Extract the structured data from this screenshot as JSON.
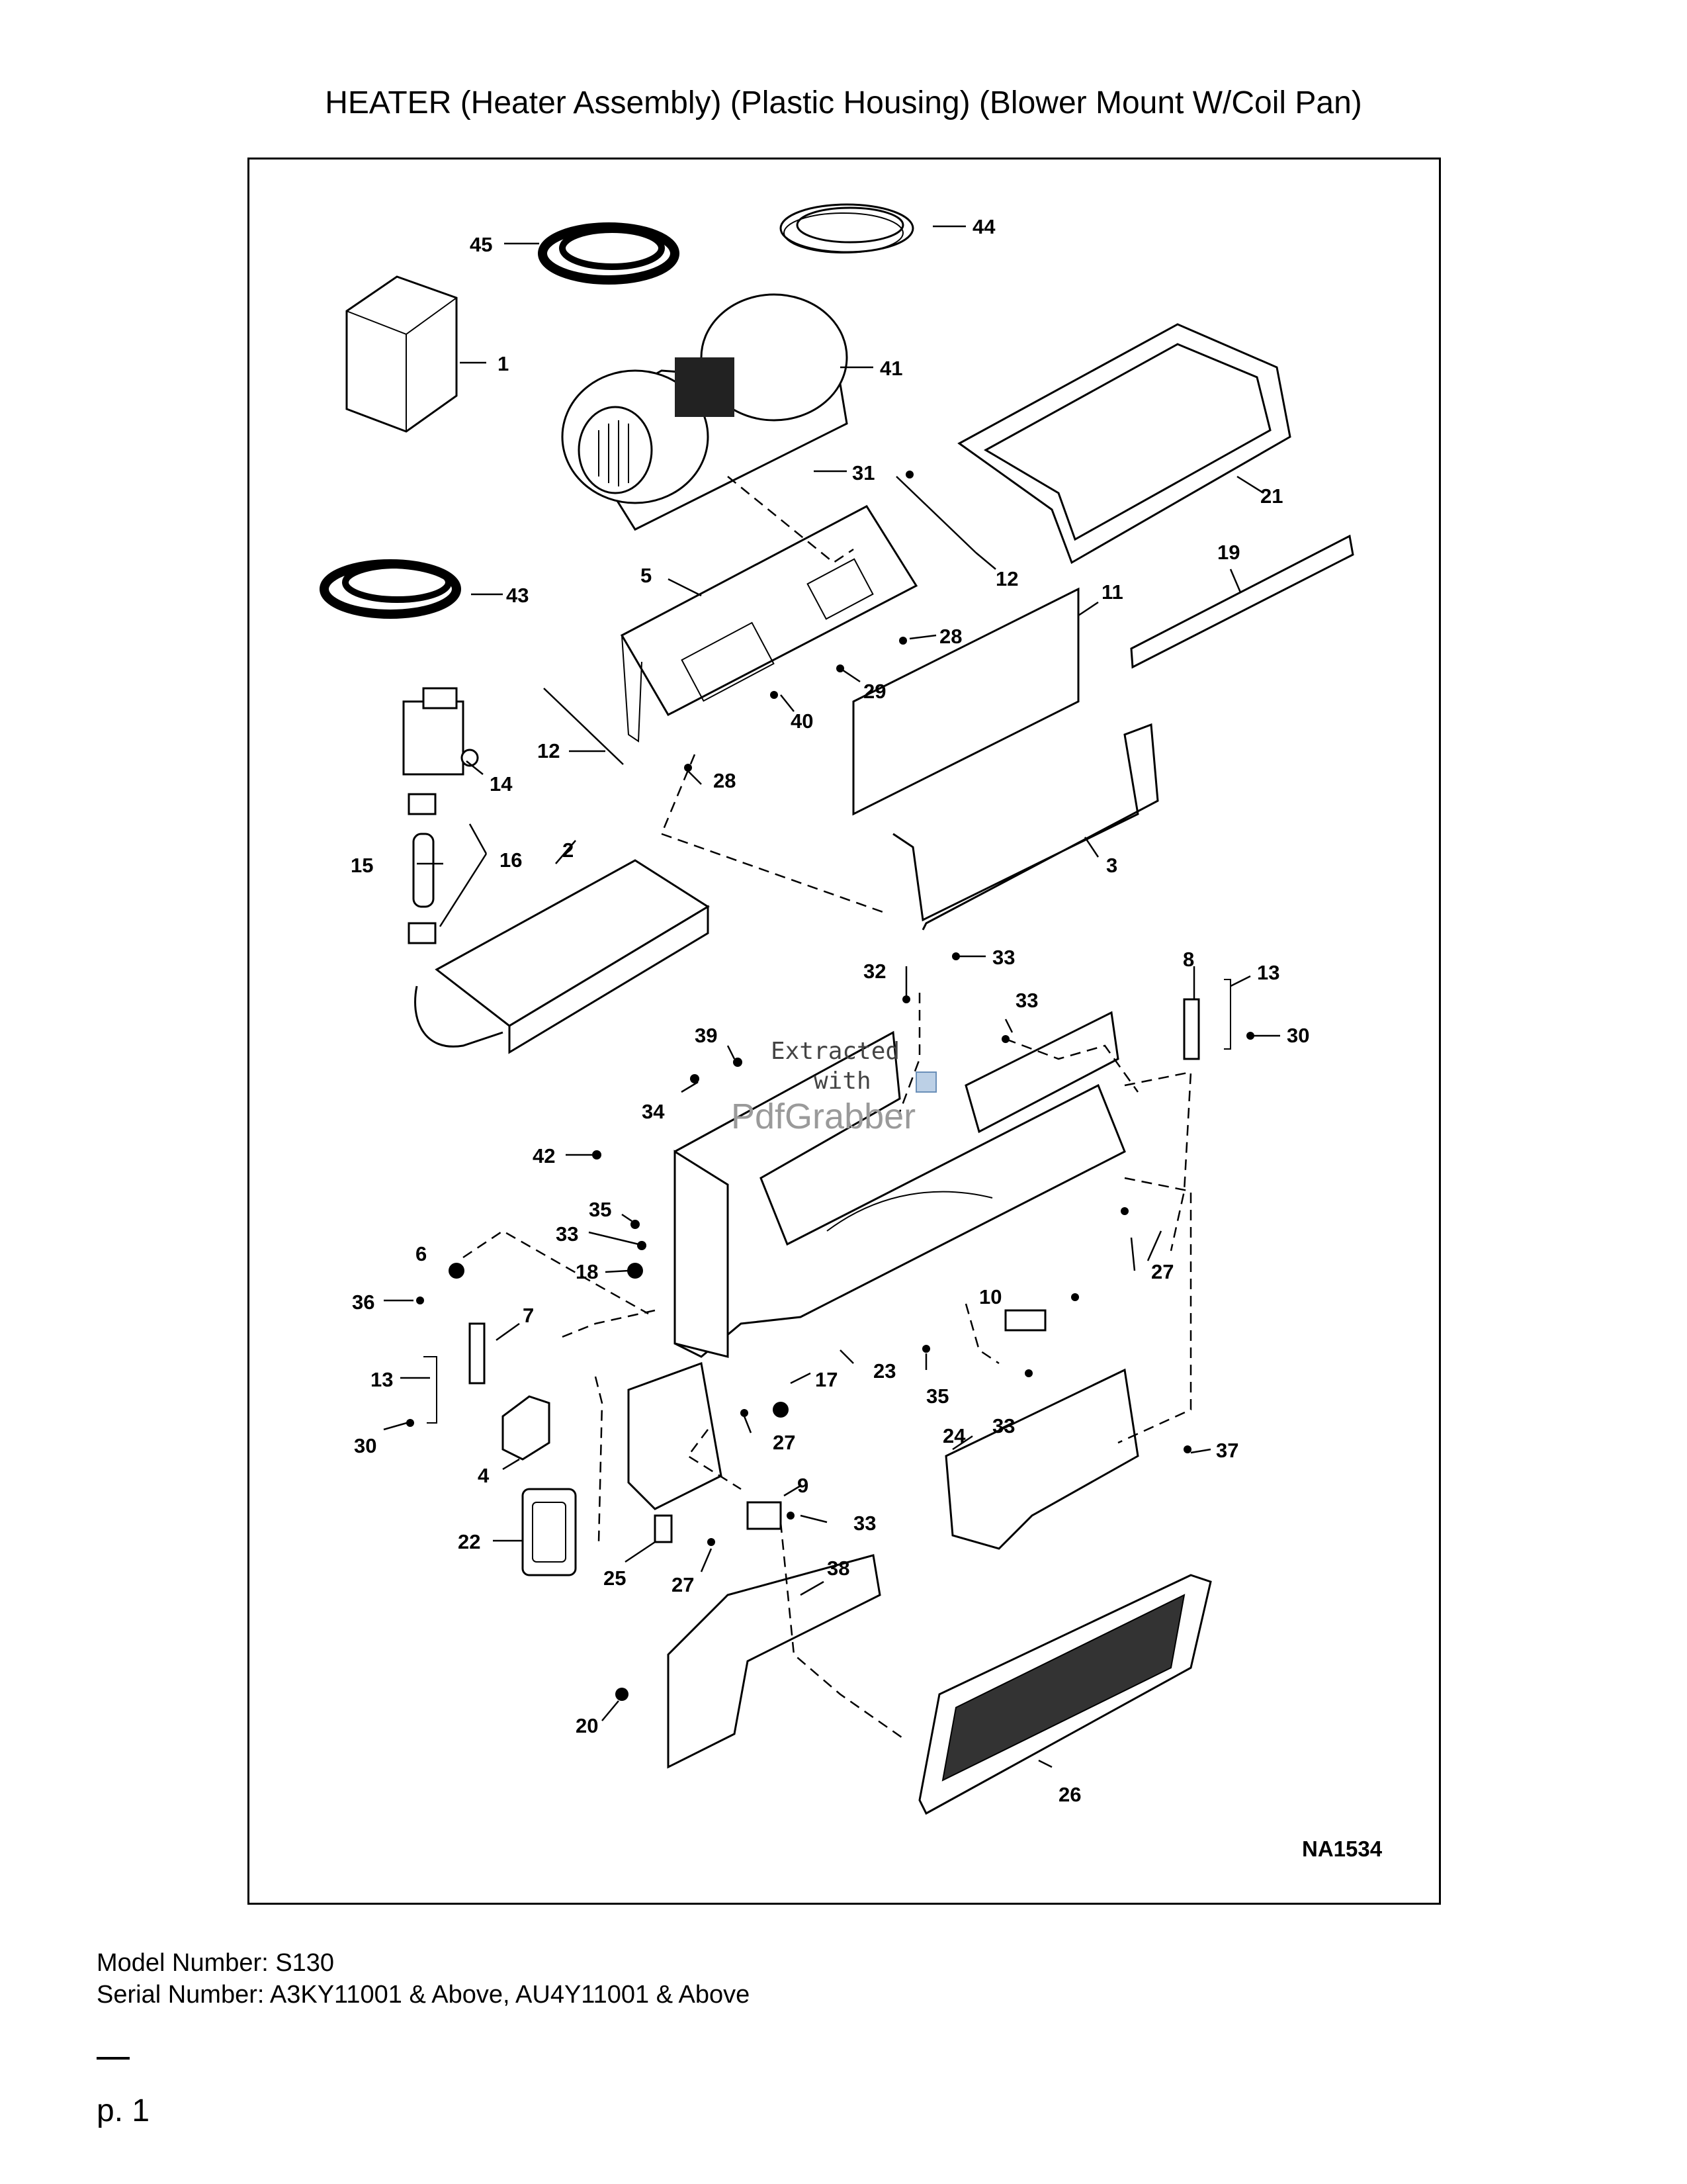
{
  "title": "HEATER (Heater Assembly) (Plastic Housing) (Blower Mount W/Coil Pan)",
  "drawing_code": "NA1534",
  "watermark": {
    "line1": "Extracted",
    "line2": "with",
    "brand": "PdfGrabber"
  },
  "callouts": [
    "45",
    "44",
    "1",
    "41",
    "21",
    "31",
    "43",
    "5",
    "12",
    "11",
    "19",
    "28",
    "29",
    "40",
    "12",
    "28",
    "14",
    "2",
    "15",
    "16",
    "3",
    "33",
    "32",
    "8",
    "13",
    "33",
    "30",
    "39",
    "34",
    "42",
    "35",
    "33",
    "18",
    "6",
    "27",
    "36",
    "7",
    "10",
    "23",
    "13",
    "17",
    "35",
    "30",
    "27",
    "24",
    "33",
    "37",
    "4",
    "9",
    "22",
    "33",
    "25",
    "27",
    "38",
    "20",
    "26"
  ],
  "model_number": "Model Number: S130",
  "serial_number": "Serial Number: A3KY11001 & Above, AU4Y11001 & Above",
  "page_label": "p. 1"
}
